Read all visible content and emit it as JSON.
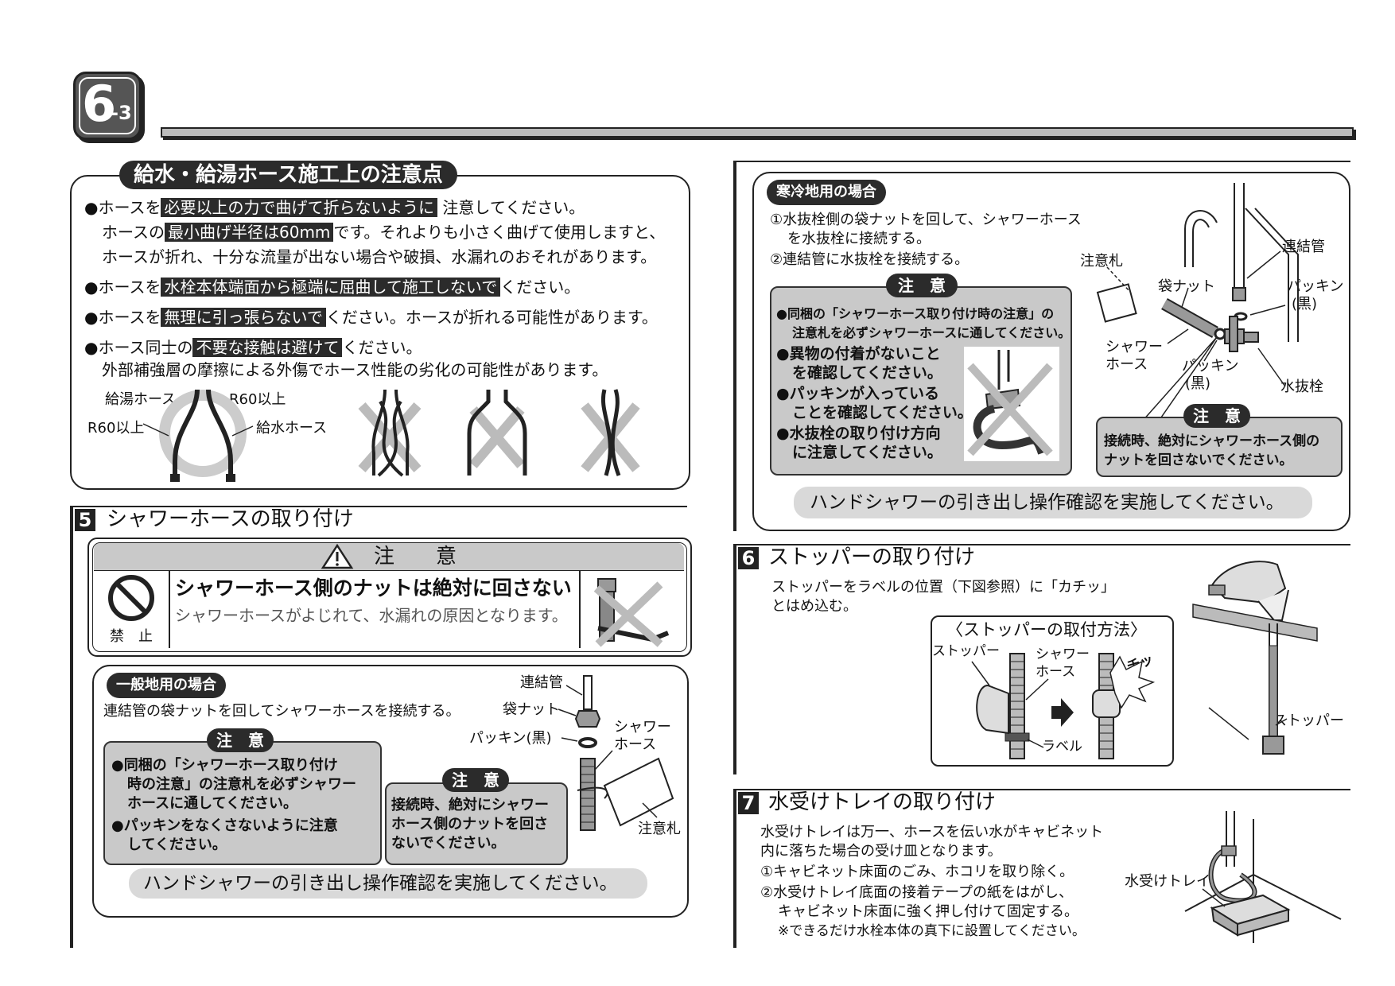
{
  "header": {
    "badge_main": "6",
    "badge_sub": "-3"
  },
  "precautions": {
    "title": "給水・給湯ホース施工上の注意点",
    "l1_a": "●ホースを",
    "l1_hl": "必要以上の力で曲げて折らないように",
    "l1_b": "注意してください。",
    "l2_a": "ホースの",
    "l2_hl": "最小曲げ半径は60mm",
    "l2_b": "です。それよりも小さく曲げて使用しますと、",
    "l3": "ホースが折れ、十分な流量が出ない場合や破損、水漏れのおそれがあります。",
    "l4_a": "●ホースを",
    "l4_hl": "水栓本体端面から極端に屈曲して施工しないで",
    "l4_b": "ください。",
    "l5_a": "●ホースを",
    "l5_hl": "無理に引っ張らないで",
    "l5_b": "ください。ホースが折れる可能性があります。",
    "l6_a": "●ホース同士の",
    "l6_hl": "不要な接触は避けて",
    "l6_b": "ください。",
    "l7": "外部補強層の摩擦による外傷でホース性能の劣化の可能性があります。",
    "diag_hot": "給湯ホース",
    "diag_r60_top": "R60以上",
    "diag_r60_left": "R60以上",
    "diag_cold": "給水ホース"
  },
  "section5": {
    "num": "5",
    "title": "シャワーホースの取り付け",
    "caution_header": "注　　意",
    "prohibit_label": "禁　止",
    "caution_main": "シャワーホース側のナットは絶対に回さない",
    "caution_sub": "シャワーホースがよじれて、水漏れの原因となります。",
    "general_pill": "一般地用の場合",
    "general_text": "連結管の袋ナットを回してシャワーホースを接続する。",
    "note1_title": "注　意",
    "note1_l1": "●同梱の「シャワーホース取り付け",
    "note1_l2": "時の注意」の注意札を必ずシャワー",
    "note1_l3": "ホースに通してください。",
    "note1_l4": "●パッキンをなくさないように注意",
    "note1_l5": "してください。",
    "note2_title": "注　意",
    "note2_l1": "接続時、絶対にシャワー",
    "note2_l2": "ホース側のナットを回さ",
    "note2_l3": "ないでください。",
    "lbl_pipe": "連結管",
    "lbl_nut": "袋ナット",
    "lbl_packing": "パッキン(黒)",
    "lbl_hose1": "シャワー",
    "lbl_hose2": "ホース",
    "lbl_tag": "注意札",
    "confirm": "ハンドシャワーの引き出し操作確認を実施してください。"
  },
  "cold": {
    "pill": "寒冷地用の場合",
    "s1a": "①水抜栓側の袋ナットを回して、シャワーホース",
    "s1b": "を水抜栓に接続する。",
    "s2": "②連結管に水抜栓を接続する。",
    "note_title": "注　意",
    "n1": "●同梱の「シャワーホース取り付け時の注意」の",
    "n2": "注意札を必ずシャワーホースに通してください。",
    "n3": "●異物の付着がないこと",
    "n4": "を確認してください。",
    "n5": "●パッキンが入っている",
    "n6": "ことを確認してください。",
    "n7": "●水抜栓の取り付け方向",
    "n8": "に注意してください。",
    "lbl_tag": "注意札",
    "lbl_nut": "袋ナット",
    "lbl_pipe": "連結管",
    "lbl_pack1a": "パッキン",
    "lbl_pack1b": "(黒)",
    "lbl_hose1": "シャワー",
    "lbl_hose2": "ホース",
    "lbl_pack2a": "パッキン",
    "lbl_pack2b": "(黒)",
    "lbl_valve": "水抜栓",
    "note2_title": "注　意",
    "note2_l1": "接続時、絶対にシャワーホース側の",
    "note2_l2": "ナットを回さないでください。",
    "confirm": "ハンドシャワーの引き出し操作確認を実施してください。"
  },
  "section6": {
    "num": "6",
    "title": "ストッパーの取り付け",
    "text1": "ストッパーをラベルの位置（下図参照）に「カチッ」",
    "text2": "とはめ込む。",
    "method_title": "〈ストッパーの取付方法〉",
    "lbl_stopper": "ストッパー",
    "lbl_hose1": "シャワー",
    "lbl_hose2": "ホース",
    "lbl_click": "カチッ",
    "lbl_label": "ラベル",
    "lbl_stopper2": "ストッパー"
  },
  "section7": {
    "num": "7",
    "title": "水受けトレイの取り付け",
    "t1": "水受けトレイは万一、ホースを伝い水がキャビネット",
    "t2": "内に落ちた場合の受け皿となります。",
    "t3": "①キャビネット床面のごみ、ホコリを取り除く。",
    "t4": "②水受けトレイ底面の接着テープの紙をはがし、",
    "t5": "キャビネット床面に強く押し付けて固定する。",
    "t6": "※できるだけ水栓本体の真下に設置してください。",
    "lbl_tray": "水受けトレイ"
  }
}
